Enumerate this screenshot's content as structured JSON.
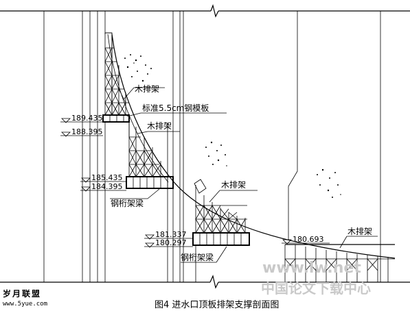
{
  "figure": {
    "caption": "图4  进水口顶板排架支撑剖面图"
  },
  "labels": {
    "wood_frame_1": "木排架",
    "steel_formwork": "标准5.5cm钢模板",
    "wood_frame_2": "木排架",
    "wood_frame_3": "木排架",
    "wood_frame_4": "木排架",
    "steel_truss_1": "钢桁架梁",
    "steel_truss_2": "钢桁架梁"
  },
  "elevations": {
    "e1": "189.435",
    "e2": "188.395",
    "e3": "185.435",
    "e4": "184.395",
    "e5": "181.337",
    "e6": "180.297",
    "e7": "180.693"
  },
  "logo": {
    "name": "岁月联盟",
    "url": "www.5yue.com"
  },
  "watermark": {
    "line1": "www.lw.net",
    "line2": "中国论文下载中心"
  }
}
